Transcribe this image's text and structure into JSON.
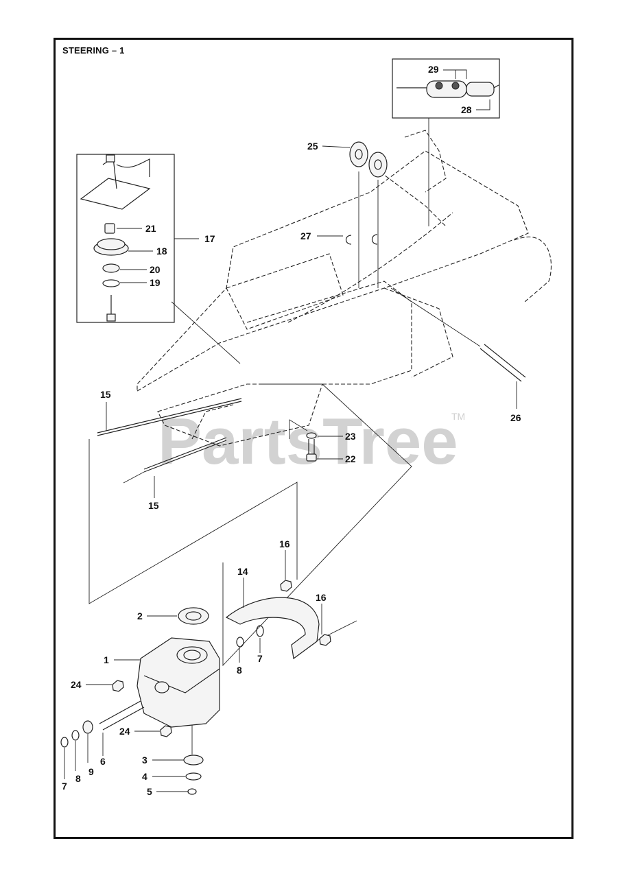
{
  "title": "STEERING – 1",
  "watermark": "PartsTree",
  "watermark_tm": "TM",
  "callouts": [
    {
      "id": "c29",
      "label": "29"
    },
    {
      "id": "c28",
      "label": "28"
    },
    {
      "id": "c25",
      "label": "25"
    },
    {
      "id": "c21",
      "label": "21"
    },
    {
      "id": "c17",
      "label": "17"
    },
    {
      "id": "c18",
      "label": "18"
    },
    {
      "id": "c27",
      "label": "27"
    },
    {
      "id": "c20",
      "label": "20"
    },
    {
      "id": "c19",
      "label": "19"
    },
    {
      "id": "c26",
      "label": "26"
    },
    {
      "id": "c15a",
      "label": "15"
    },
    {
      "id": "c23",
      "label": "23"
    },
    {
      "id": "c22",
      "label": "22"
    },
    {
      "id": "c15b",
      "label": "15"
    },
    {
      "id": "c16a",
      "label": "16"
    },
    {
      "id": "c14",
      "label": "14"
    },
    {
      "id": "c16b",
      "label": "16"
    },
    {
      "id": "c2",
      "label": "2"
    },
    {
      "id": "c1",
      "label": "1"
    },
    {
      "id": "c8a",
      "label": "8"
    },
    {
      "id": "c7a",
      "label": "7"
    },
    {
      "id": "c24a",
      "label": "24"
    },
    {
      "id": "c24b",
      "label": "24"
    },
    {
      "id": "c6",
      "label": "6"
    },
    {
      "id": "c9",
      "label": "9"
    },
    {
      "id": "c8b",
      "label": "8"
    },
    {
      "id": "c7b",
      "label": "7"
    },
    {
      "id": "c3",
      "label": "3"
    },
    {
      "id": "c4",
      "label": "4"
    },
    {
      "id": "c5",
      "label": "5"
    }
  ]
}
